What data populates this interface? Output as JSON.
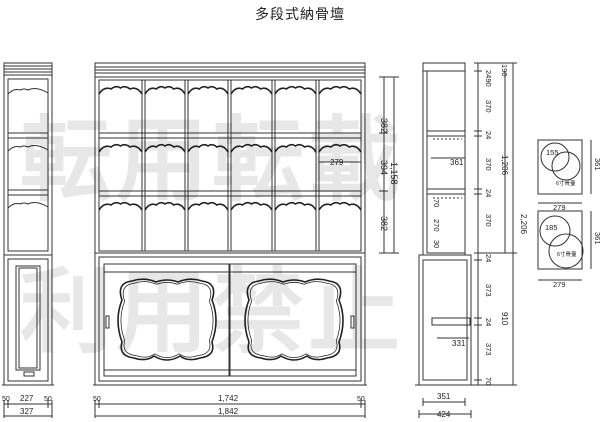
{
  "title": "多段式納骨壇",
  "watermark": {
    "line1": "転用転載",
    "line2": "利用禁止"
  },
  "dims": {
    "side_total": "327",
    "side_inner": "227",
    "side_left_50": "50",
    "side_right_50": "50",
    "front_total": "1,842",
    "front_inner": "1,742",
    "front_left_50": "50",
    "front_right_50": "50",
    "front_382_top": "382",
    "front_394": "394",
    "front_382_bot": "382",
    "front_1158": "1,158",
    "niche_279": "279",
    "section_top_190": "190",
    "section_2490": "2490",
    "section_370a": "370",
    "section_24a": "24",
    "section_370b": "370",
    "section_24b": "24",
    "section_370c": "370",
    "section_1206": "1,206",
    "section_2206": "2,206",
    "section_24c": "24",
    "section_373a": "373",
    "section_24d": "24",
    "section_373b": "373",
    "section_910": "910",
    "section_70a": "70",
    "section_70b": "70",
    "section_30": "30",
    "section_270": "270",
    "section_361": "361",
    "section_331": "331",
    "section_351": "351",
    "section_424": "424",
    "plan1_155": "155",
    "plan1_label": "6寸骨壷",
    "plan1_279": "279",
    "plan1_361": "361",
    "plan2_185": "185",
    "plan2_label": "6寸骨壷",
    "plan2_279": "279",
    "plan2_361": "361"
  },
  "colors": {
    "line": "#333333",
    "watermark": "#000000"
  }
}
